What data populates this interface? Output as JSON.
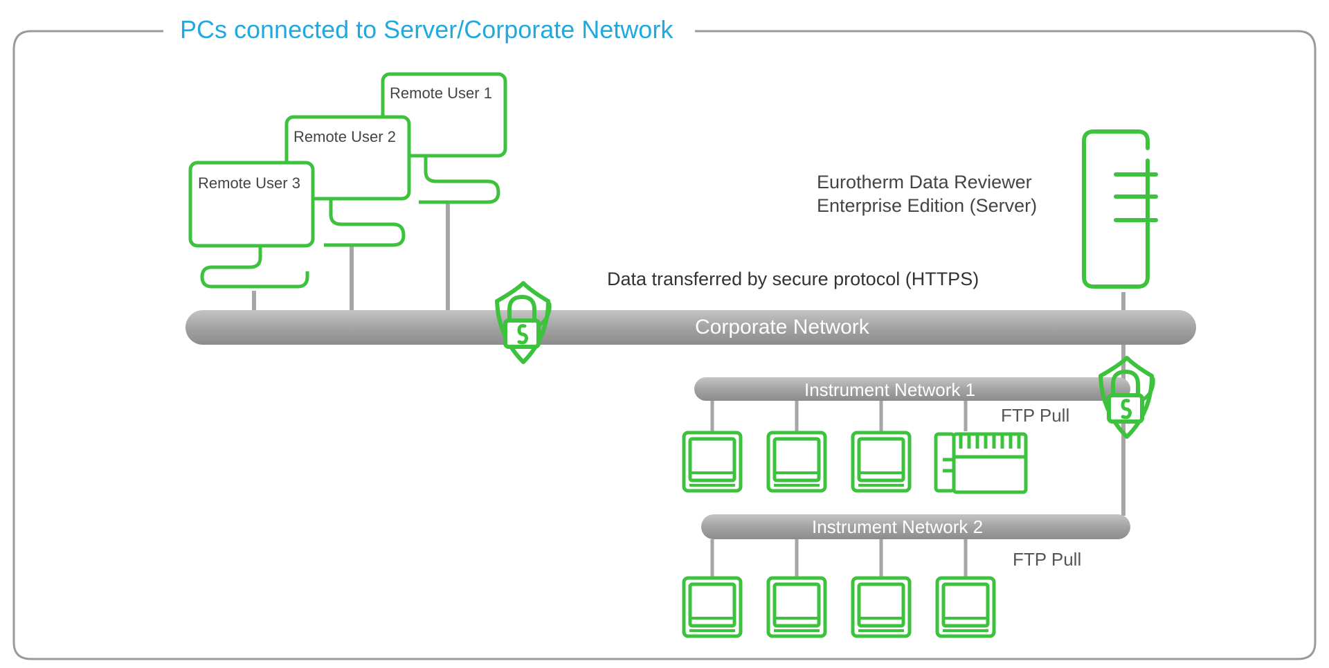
{
  "frame": {
    "title": "PCs connected to Server/Corporate Network"
  },
  "remote_users": [
    {
      "label": "Remote User 1"
    },
    {
      "label": "Remote User 2"
    },
    {
      "label": "Remote User 3"
    }
  ],
  "server": {
    "line1": "Eurotherm Data Reviewer",
    "line2": "Enterprise Edition (Server)"
  },
  "transfer_note": "Data transferred by secure protocol (HTTPS)",
  "corporate_network": {
    "label": "Corporate Network"
  },
  "instrument_network_1": {
    "label": "Instrument Network 1",
    "protocol": "FTP Pull"
  },
  "instrument_network_2": {
    "label": "Instrument Network 2",
    "protocol": "FTP Pull"
  },
  "colors": {
    "accent_green": "#3cc23c",
    "title_blue": "#1fa9df",
    "network_gray": "#a6a6a6",
    "frame_gray": "#9a9a9a"
  },
  "icons": [
    "pc-monitor-icon",
    "server-icon",
    "security-shield-icon",
    "instrument-recorder-icon",
    "controller-module-icon"
  ]
}
